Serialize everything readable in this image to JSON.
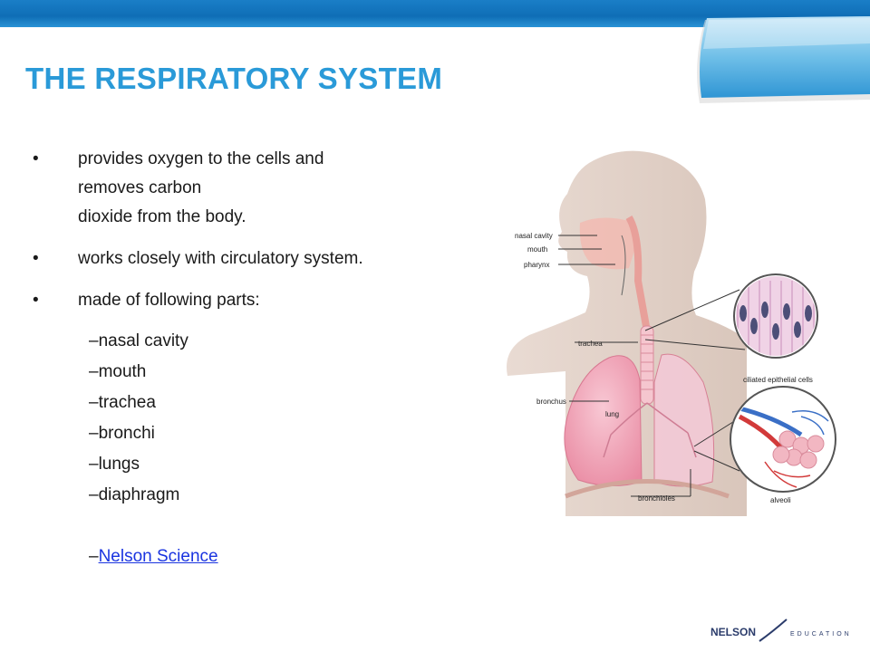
{
  "title": "THE RESPIRATORY SYSTEM",
  "bullets": [
    {
      "lines": [
        "provides oxygen to the cells and",
        "removes carbon",
        "dioxide from the body."
      ]
    },
    {
      "lines": [
        "works closely with circulatory system."
      ]
    },
    {
      "lines": [
        "made of following parts:"
      ]
    }
  ],
  "parts": [
    "–nasal cavity",
    "–mouth",
    "–trachea",
    "–bronchi",
    "–lungs",
    "–diaphragm"
  ],
  "link": {
    "prefix": "–",
    "text": "Nelson Science"
  },
  "diagram_labels": {
    "nasal": "nasal cavity",
    "mouth": "mouth",
    "pharynx": "pharynx",
    "trachea": "trachea",
    "bronchus": "bronchus",
    "lung": "lung",
    "bronchioles": "bronchioles",
    "cilia": "ciliated epithelial cells",
    "alveoli": "alveoli"
  },
  "logo": {
    "brand": "NELSON",
    "sub": "EDUCATION"
  },
  "colors": {
    "accent": "#2a9ad8",
    "bar": "#1576c0",
    "link": "#1a34e0"
  }
}
